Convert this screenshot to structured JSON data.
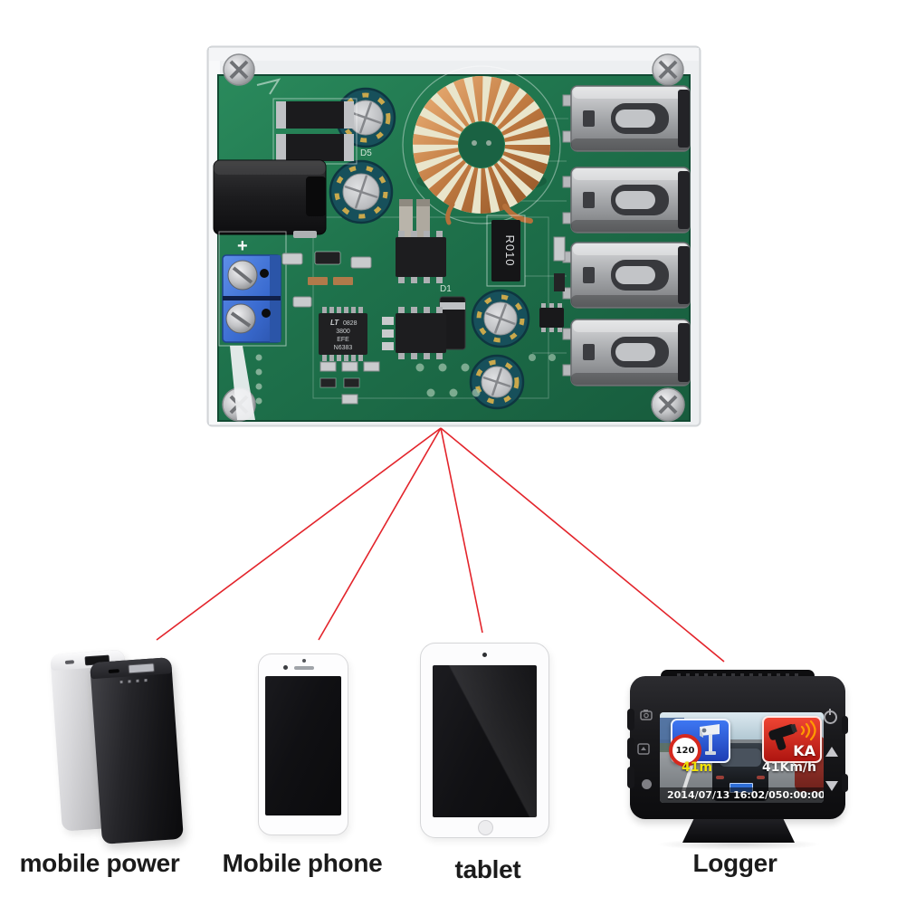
{
  "connections": {
    "line_color": "#e3242b"
  },
  "board": {
    "pcb_color": "#1e714b",
    "silk": {
      "plus": "+",
      "d5": "D5",
      "d1": "D1",
      "r010": "R010"
    },
    "ic": {
      "logo": "LT",
      "line1": "0828",
      "line2": "3800",
      "line3": "EFE",
      "line4": "N6383"
    }
  },
  "devices": [
    {
      "id": "mobile-power",
      "label": "mobile power"
    },
    {
      "id": "mobile-phone",
      "label": "Mobile phone"
    },
    {
      "id": "tablet",
      "label": "tablet"
    },
    {
      "id": "logger",
      "label": "Logger"
    }
  ],
  "logger": {
    "screen": {
      "speed_limit": "120",
      "camera_distance": "41m",
      "radar_band": "KA",
      "speed": "41Km/h",
      "datetime": "2014/07/13 16:02/05",
      "timer": "0:00:00"
    },
    "colors": {
      "badge_blue": "#2a5be0",
      "badge_red": "#d0241c",
      "highlight_yellow": "#f2e307"
    }
  }
}
